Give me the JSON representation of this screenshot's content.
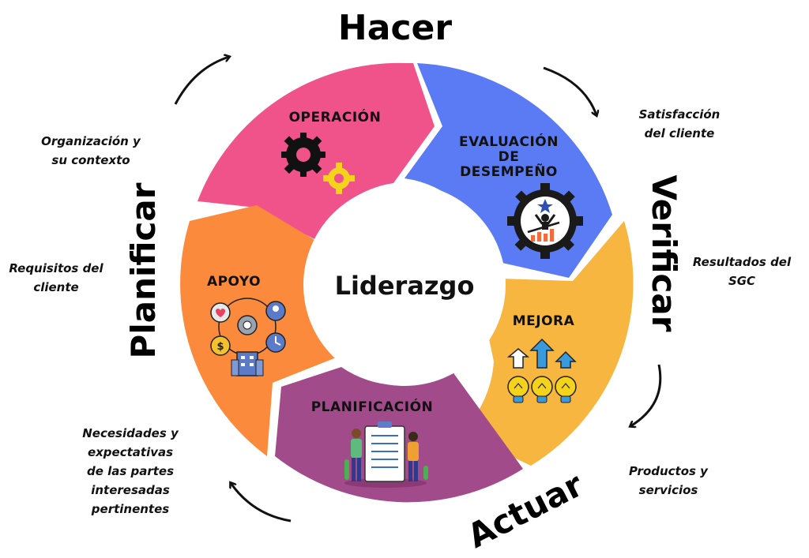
{
  "center": {
    "label": "Liderazgo"
  },
  "phases": {
    "hacer": "Hacer",
    "verificar": "Verificar",
    "actuar": "Actuar",
    "planificar": "Planificar"
  },
  "segments": {
    "operacion": "OPERACIÓN",
    "evaluacion_1": "EVALUACIÓN",
    "evaluacion_2": "DE",
    "evaluacion_3": "DESEMPEÑO",
    "mejora": "MEJORA",
    "planificacion": "PLANIFICACIÓN",
    "apoyo": "APOYO"
  },
  "notes": {
    "organizacion_1": "Organización y",
    "organizacion_2": "su contexto",
    "requisitos_1": "Requisitos del",
    "requisitos_2": "cliente",
    "necesidades_1": "Necesidades y",
    "necesidades_2": "expectativas",
    "necesidades_3": "de las partes",
    "necesidades_4": "interesadas",
    "necesidades_5": "pertinentes",
    "satisfaccion_1": "Satisfacción",
    "satisfaccion_2": "del cliente",
    "resultados_1": "Resultados del",
    "resultados_2": "SGC",
    "productos_1": "Productos y",
    "productos_2": "servicios"
  },
  "colors": {
    "operacion": "#F0538A",
    "evaluacion": "#5B7BF5",
    "mejora": "#F7B640",
    "planificacion": "#A24B8B",
    "apoyo": "#FB8A3C"
  }
}
